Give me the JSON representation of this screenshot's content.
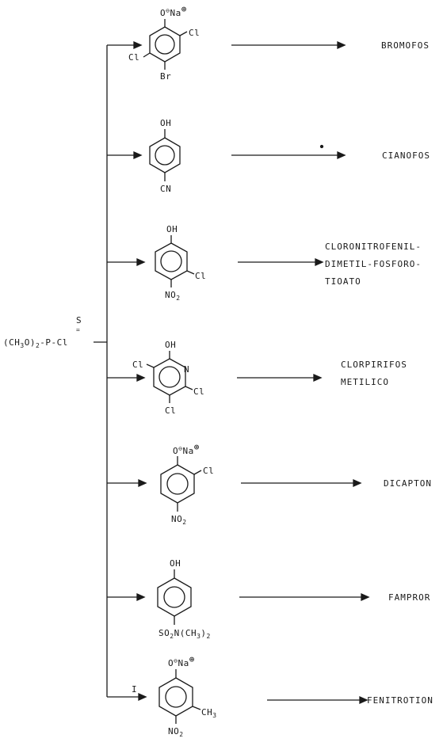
{
  "reagent": {
    "sulfur": "S",
    "formula_left": "(CH",
    "formula_sub": "3",
    "formula_mid": "O)",
    "formula_sub2": "2",
    "formula_right": "-P-Cl"
  },
  "branches": [
    {
      "top": "O",
      "charge_prefix": "⊖",
      "cation": "Na",
      "charge": "⊕",
      "substituents": {
        "right_upper": "Cl",
        "left_lower": "Cl",
        "bottom": "Br"
      },
      "product": [
        "BROMOFOS"
      ]
    },
    {
      "top": "OH",
      "substituents": {
        "bottom": "CN"
      },
      "product": [
        "CIANOFOS"
      ]
    },
    {
      "top": "OH",
      "substituents": {
        "right_lower": "Cl",
        "bottom": "NO",
        "bottom_sub": "2"
      },
      "product": [
        "CLORONITROFENIL-",
        "DIMETIL-FOSFORO-",
        "TIOATO"
      ]
    },
    {
      "top": "OH",
      "ring_atom": "N",
      "substituents": {
        "left_upper": "Cl",
        "right_lower": "Cl",
        "bottom": "Cl"
      },
      "product": [
        "CLORPIRIFOS",
        "METILICO"
      ]
    },
    {
      "top": "O",
      "charge_prefix": "⊖",
      "cation": "Na",
      "charge": "⊕",
      "substituents": {
        "right_upper": "Cl",
        "bottom": "NO",
        "bottom_sub": "2"
      },
      "product": [
        "DICAPTON"
      ]
    },
    {
      "top": "OH",
      "substituents": {
        "bottom": "SO",
        "bottom_sub": "2",
        "bottom_rest": "N(CH",
        "bottom_sub2": "3",
        "bottom_end": ")",
        "bottom_sub3": "2"
      },
      "product": [
        "FAMPROR"
      ]
    },
    {
      "top": "O",
      "charge_prefix": "⊖",
      "cation": "Na",
      "charge": "⊕",
      "arrow_mark": "I",
      "substituents": {
        "right_lower": "CH",
        "right_lower_sub": "3",
        "bottom": "NO",
        "bottom_sub": "2"
      },
      "product": [
        "FENITROTION"
      ]
    }
  ]
}
